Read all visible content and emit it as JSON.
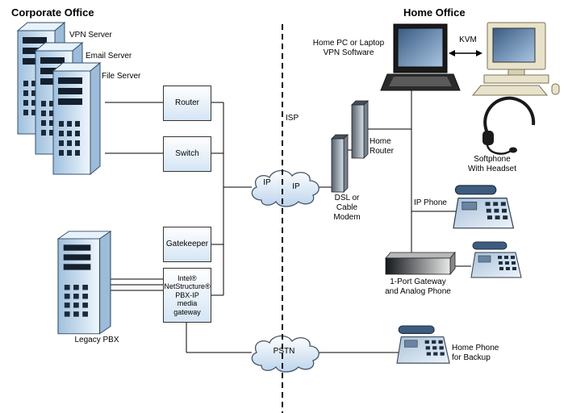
{
  "corporate": {
    "title": "Corporate Office",
    "servers": [
      "VPN Server",
      "Email Server",
      "File Server"
    ],
    "boxes": {
      "router": "Router",
      "switch": "Switch",
      "gatekeeper": "Gatekeeper",
      "media_gateway": "Intel®\nNetStructure®\nPBX-IP\nmedia\ngateway"
    },
    "legacy_pbx": "Legacy PBX"
  },
  "network": {
    "isp": "ISP",
    "ip_left": "IP",
    "ip_right": "IP",
    "pstn": "PSTN"
  },
  "home": {
    "title": "Home Office",
    "pc": "Home PC or Laptop\nVPN Software",
    "kvm": "KVM",
    "home_router": "Home\nRouter",
    "dsl_modem": "DSL or\nCable\nModem",
    "softphone": "Softphone\nWith Headset",
    "ip_phone": "IP Phone",
    "one_port_gateway": "1-Port Gateway\nand Analog Phone",
    "home_phone": "Home Phone\nfor Backup"
  },
  "icons": [
    "server-tower-icon",
    "legacy-pbx-tower-icon",
    "cloud-icon",
    "laptop-icon",
    "desktop-computer-icon",
    "headset-icon",
    "desk-phone-icon",
    "network-bar-icon",
    "one-port-gateway-icon",
    "kvm-arrow-icon",
    "isp-divider-line"
  ],
  "colors": {
    "box_fill_top": "#ffffff",
    "box_fill_bottom": "#d4e5f5",
    "outline": "#333333",
    "screen_blue": "#3a5a82",
    "beige": "#e9e2ca",
    "divider": "#000000"
  }
}
